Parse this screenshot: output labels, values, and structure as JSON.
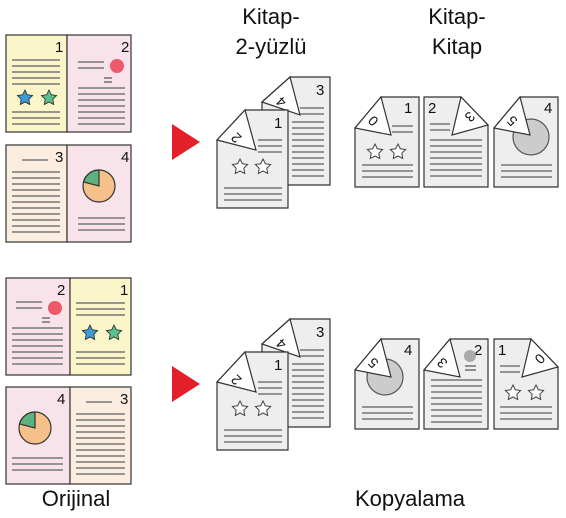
{
  "labels": {
    "col_book_to_duplex": "Kitap-\n2-yüzlü",
    "col_book_to_duplex_line1": "Kitap-",
    "col_book_to_duplex_line2": "2-yüzlü",
    "col_book_to_book_line1": "Kitap-",
    "col_book_to_book_line2": "Kitap",
    "original": "Orijinal",
    "copying": "Kopyalama"
  },
  "page_numbers": {
    "orig_top": [
      "1",
      "2",
      "3",
      "4"
    ],
    "orig_bottom": [
      "2",
      "1",
      "4",
      "3"
    ],
    "duplex_top": [
      "1",
      "2",
      "3",
      "4"
    ],
    "book_top": [
      "1",
      "2",
      "3",
      "4",
      "5"
    ],
    "duplex_bottom": [
      "1",
      "2",
      "3",
      "4"
    ],
    "book_bottom": [
      "4",
      "5",
      "3",
      "2",
      "1",
      "0"
    ]
  },
  "colors": {
    "yellow_page": "#fbf6c9",
    "pink_page": "#f9e3ea",
    "cream_page": "#fbeee0",
    "grey_page": "#eeeeee",
    "arrow": "#e3202a",
    "star_blue": "#3f9bd6",
    "star_green": "#5cbf8d",
    "pie_orange": "#f5c089",
    "pie_green": "#5cb27c",
    "dot_red": "#ee5a6a"
  }
}
